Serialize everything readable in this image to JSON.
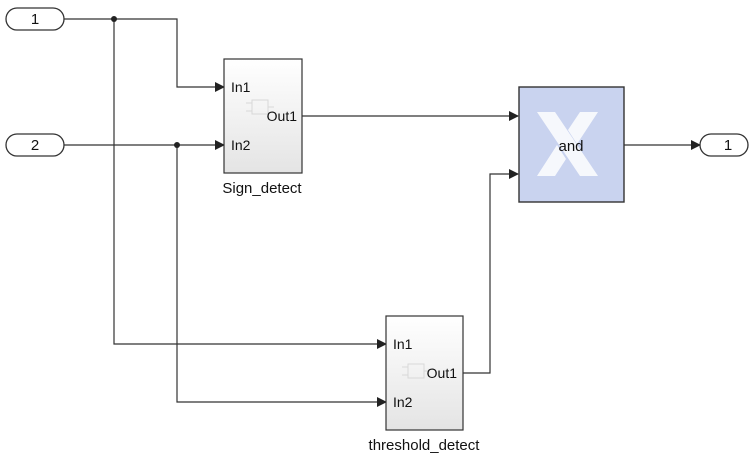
{
  "inports": [
    {
      "label": "1"
    },
    {
      "label": "2"
    }
  ],
  "outports": [
    {
      "label": "1"
    }
  ],
  "subsystems": {
    "sign_detect": {
      "name": "Sign_detect",
      "in1": "In1",
      "in2": "In2",
      "out1": "Out1"
    },
    "threshold_detect": {
      "name": "threshold_detect",
      "in1": "In1",
      "in2": "In2",
      "out1": "Out1"
    }
  },
  "logic_block": {
    "label": "and",
    "fill_color": "#c9d3ef",
    "logo": "xilinx-logo-icon"
  },
  "colors": {
    "wire": "#333333",
    "block_border": "#333333",
    "block_fill_top": "#ffffff",
    "block_fill_bottom": "#e6e6e6"
  }
}
